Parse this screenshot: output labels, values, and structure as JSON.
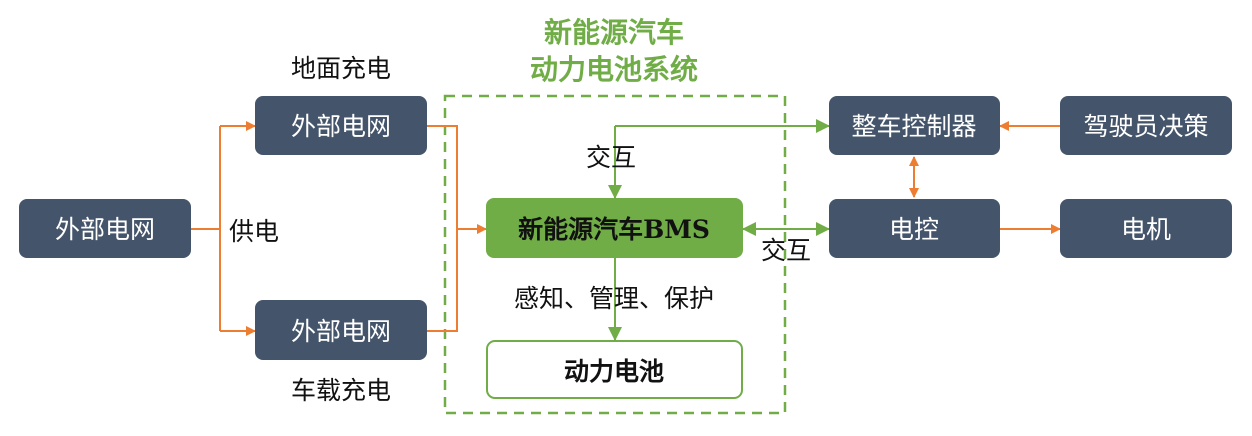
{
  "title": {
    "line1": "新能源汽车",
    "line2": "动力电池系统"
  },
  "nodes": {
    "grid_source": "外部电网",
    "grid_ground": "外部电网",
    "grid_onboard": "外部电网",
    "bms": "新能源汽车BMS",
    "battery": "动力电池",
    "vcu": "整车控制器",
    "driver": "驾驶员决策",
    "motor_ctrl": "电控",
    "motor": "电机"
  },
  "labels": {
    "ground_charging": "地面充电",
    "onboard_charging": "车载充电",
    "supply": "供电",
    "interact_vcu": "交互",
    "interact_ctrl": "交互",
    "bms_functions": "感知、管理、保护"
  },
  "colors": {
    "dark": "#44546A",
    "green": "#70AD47",
    "orange": "#ED7D31"
  }
}
